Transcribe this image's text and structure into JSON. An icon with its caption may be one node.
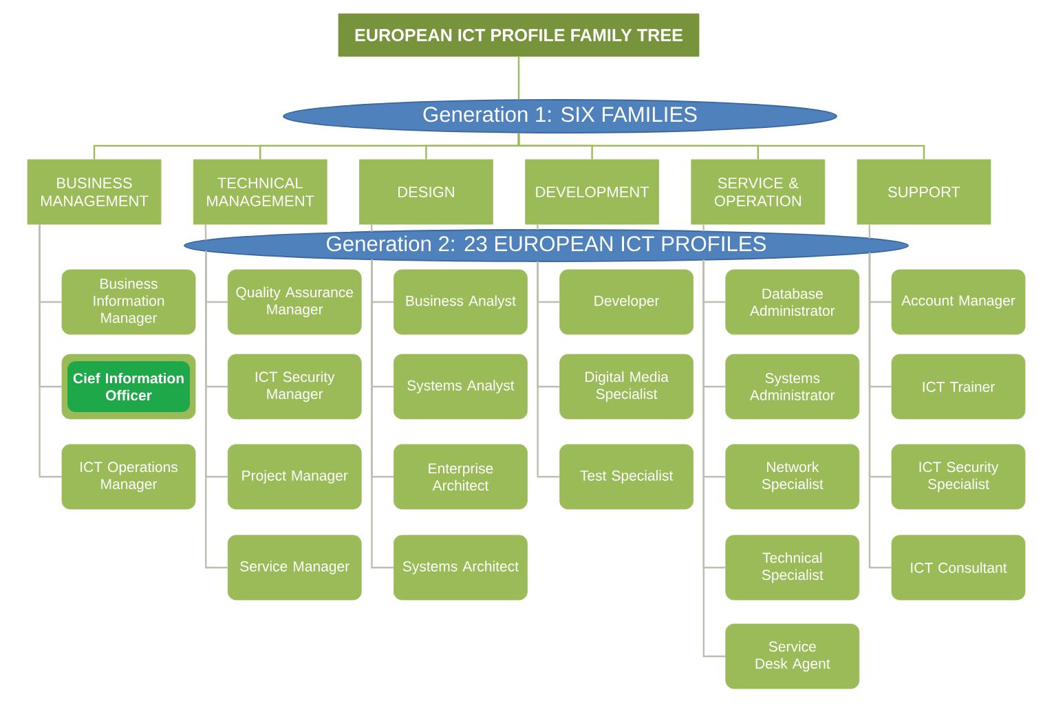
{
  "diagram": {
    "nodes": [
      {
        "text": [
          "EUROPEAN ICT PROFILE FAMILY TREE"
        ]
      },
      {
        "text": [
          "Generation 1: SIX FAMILIES"
        ]
      },
      {
        "text": [
          "BUSINESS MANAGEMENT"
        ]
      },
      {
        "text": [
          "TECHNICAL MANAGEMENT"
        ]
      },
      {
        "text": [
          "DESIGN"
        ]
      },
      {
        "text": [
          "DEVELOPMENT"
        ]
      },
      {
        "text": [
          "SERVICE & OPERATION"
        ]
      },
      {
        "text": [
          "SUPPORT"
        ]
      },
      {
        "text": [
          "Generation 2: 23 EUROPEAN ICT PROFILES"
        ]
      },
      {
        "text": [
          "Business Information Manager"
        ]
      },
      {
        "text": [
          "Quality Assurance Manager"
        ]
      },
      {
        "text": [
          "Business Analyst"
        ]
      },
      {
        "text": [
          "Developer"
        ]
      },
      {
        "text": [
          "Database Administrator"
        ]
      },
      {
        "text": [
          "Account Manager"
        ]
      },
      {
        "text": [
          "Cief Information Officer"
        ]
      },
      {
        "text": [
          "ICT Security Manager"
        ]
      },
      {
        "text": [
          "Systems Analyst"
        ]
      },
      {
        "text": [
          "Digital Media Specialist"
        ]
      },
      {
        "text": [
          "Systems Administrator"
        ]
      },
      {
        "text": [
          "ICT Trainer"
        ]
      },
      {
        "text": [
          "ICT Operations Manager"
        ]
      },
      {
        "text": [
          "Project Manager"
        ]
      },
      {
        "text": [
          "Enterprise Architect"
        ]
      },
      {
        "text": [
          "Test Specialist"
        ]
      },
      {
        "text": [
          "Network Specialist"
        ]
      },
      {
        "text": [
          "ICT Security Specialist"
        ]
      },
      {
        "text": [
          "Service Manager"
        ]
      },
      {
        "text": [
          "Systems Architect"
        ]
      },
      {
        "text": [
          "Technical Specialist"
        ]
      },
      {
        "text": [
          "ICT Consultant"
        ]
      },
      {
        "text": [
          "Service Desk Agent"
        ]
      }
    ],
    "edges": [
      {
        "from": 0,
        "to": 1,
        "arrow": "none",
        "color": "#9bbb59"
      },
      {
        "from": 1,
        "to": 2,
        "arrow": "none",
        "color": "#9bbb59"
      },
      {
        "from": 1,
        "to": 3,
        "arrow": "none",
        "color": "#9bbb59"
      },
      {
        "from": 1,
        "to": 4,
        "arrow": "none",
        "color": "#9bbb59"
      },
      {
        "from": 1,
        "to": 5,
        "arrow": "none",
        "color": "#9bbb59"
      },
      {
        "from": 1,
        "to": 6,
        "arrow": "none",
        "color": "#9bbb59"
      },
      {
        "from": 1,
        "to": 7,
        "arrow": "none",
        "color": "#9bbb59"
      },
      {
        "from": 2,
        "to": 9,
        "arrow": "none"
      },
      {
        "from": 2,
        "to": 15,
        "arrow": "none"
      },
      {
        "from": 2,
        "to": 21,
        "arrow": "none"
      },
      {
        "from": 3,
        "to": 8,
        "arrow": "none"
      },
      {
        "from": 4,
        "to": 8,
        "arrow": "none"
      },
      {
        "from": 5,
        "to": 8,
        "arrow": "none"
      },
      {
        "from": 6,
        "to": 8,
        "arrow": "none"
      },
      {
        "from": 7,
        "to": 8,
        "arrow": "none"
      },
      {
        "from": 8,
        "to": 10,
        "arrow": "none"
      },
      {
        "from": 8,
        "to": 16,
        "arrow": "none"
      },
      {
        "from": 8,
        "to": 22,
        "arrow": "none"
      },
      {
        "from": 8,
        "to": 27,
        "arrow": "none"
      },
      {
        "from": 8,
        "to": 11,
        "arrow": "none"
      },
      {
        "from": 8,
        "to": 17,
        "arrow": "none"
      },
      {
        "from": 8,
        "to": 23,
        "arrow": "none"
      },
      {
        "from": 8,
        "to": 28,
        "arrow": "none"
      },
      {
        "from": 8,
        "to": 12,
        "arrow": "none"
      },
      {
        "from": 8,
        "to": 18,
        "arrow": "none"
      },
      {
        "from": 8,
        "to": 24,
        "arrow": "none"
      },
      {
        "from": 8,
        "to": 13,
        "arrow": "none"
      },
      {
        "from": 8,
        "to": 19,
        "arrow": "none"
      },
      {
        "from": 8,
        "to": 25,
        "arrow": "none"
      },
      {
        "from": 8,
        "to": 29,
        "arrow": "none"
      },
      {
        "from": 8,
        "to": 31,
        "arrow": "none"
      },
      {
        "from": 8,
        "to": 14,
        "arrow": "none"
      },
      {
        "from": 8,
        "to": 20,
        "arrow": "none"
      },
      {
        "from": 8,
        "to": 26,
        "arrow": "none"
      },
      {
        "from": 8,
        "to": 30,
        "arrow": "none"
      }
    ]
  }
}
